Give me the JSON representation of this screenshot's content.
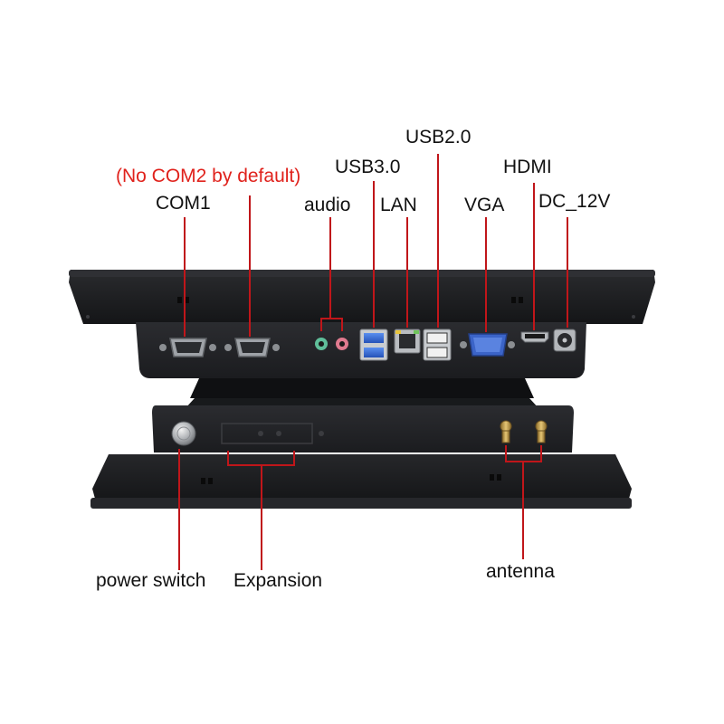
{
  "labels": {
    "com2_note": "(No COM2 by default)",
    "com1": "COM1",
    "audio": "audio",
    "usb3": "USB3.0",
    "lan": "LAN",
    "usb2": "USB2.0",
    "vga": "VGA",
    "hdmi": "HDMI",
    "dc": "DC_12V",
    "power_switch": "power switch",
    "expansion": "Expansion",
    "antenna": "antenna"
  },
  "colors": {
    "leader_line": "#c0161a",
    "note_text": "#e0221c",
    "chassis": "#1a1b1d",
    "port_blue": "#2d6bd6",
    "port_vga": "#3b64c8",
    "jack_green": "#5fbf9a",
    "jack_pink": "#e07a8f",
    "antenna_gold": "#c9a14a"
  },
  "icons": {
    "power_button": "power-button-icon",
    "antenna_connector": "antenna-connector-icon"
  }
}
